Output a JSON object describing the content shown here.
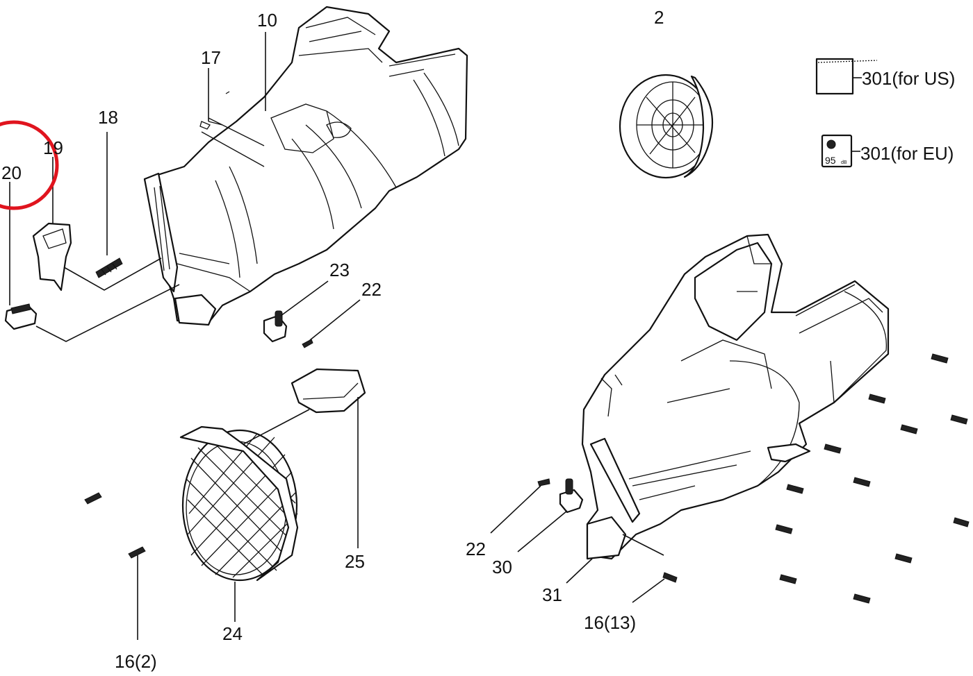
{
  "diagram": {
    "callouts": {
      "c2": "2",
      "c10": "10",
      "c17": "17",
      "c18": "18",
      "c19": "19",
      "c20": "20",
      "c22a": "22",
      "c22b": "22",
      "c23": "23",
      "c24": "24",
      "c25": "25",
      "c30": "30",
      "c31": "31",
      "c16_2": "16(2)",
      "c16_13": "16(13)",
      "c301us": "301(for US)",
      "c301eu": "301(for EU)"
    },
    "eu_label": {
      "value": "95",
      "unit": "dB"
    },
    "highlight_color": "#e0141e",
    "line_color": "#111111"
  }
}
